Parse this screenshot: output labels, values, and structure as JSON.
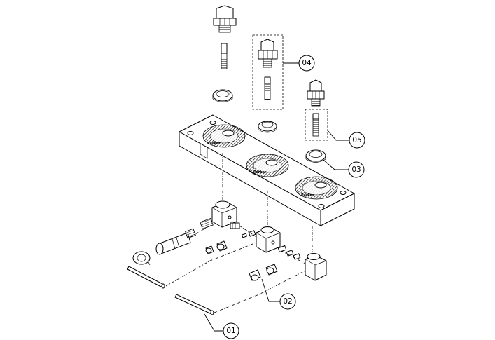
{
  "diagram": {
    "callouts": [
      {
        "id": "c01",
        "label": "01"
      },
      {
        "id": "c02",
        "label": "02"
      },
      {
        "id": "c03",
        "label": "03"
      },
      {
        "id": "c04",
        "label": "04"
      },
      {
        "id": "c05",
        "label": "05"
      }
    ],
    "plate_logo_text": "Parker"
  }
}
